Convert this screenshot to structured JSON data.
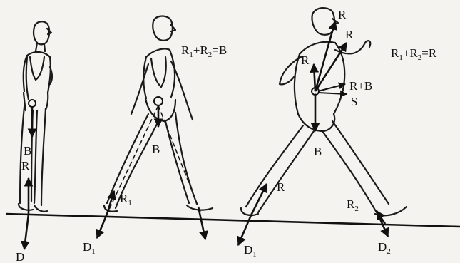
{
  "equations": {
    "eq_middle": {
      "lhs": "R",
      "s1": "1",
      "plus": "+",
      "r2": "R",
      "s2": "2",
      "eq": "=B"
    },
    "eq_right": {
      "lhs": "R",
      "s1": "1",
      "plus": "+",
      "r2": "R",
      "s2": "2",
      "eq": "=R"
    }
  },
  "figure1": {
    "label_B": "B",
    "label_R": "R",
    "label_D": "D"
  },
  "figure2": {
    "label_B": "B",
    "label_R1": "R",
    "label_R1_sub": "1",
    "label_D1": "D",
    "label_D1_sub": "1"
  },
  "figure3": {
    "label_R_head": "R",
    "label_R_shoulder": "R",
    "label_R_arm": "R",
    "label_RB": "R+B",
    "label_S": "S",
    "label_B": "B",
    "label_R_leg": "R",
    "label_R2": "R",
    "label_R2_sub": "2",
    "label_D1": "D",
    "label_D1_sub": "1",
    "label_D2": "D",
    "label_D2_sub": "2"
  }
}
